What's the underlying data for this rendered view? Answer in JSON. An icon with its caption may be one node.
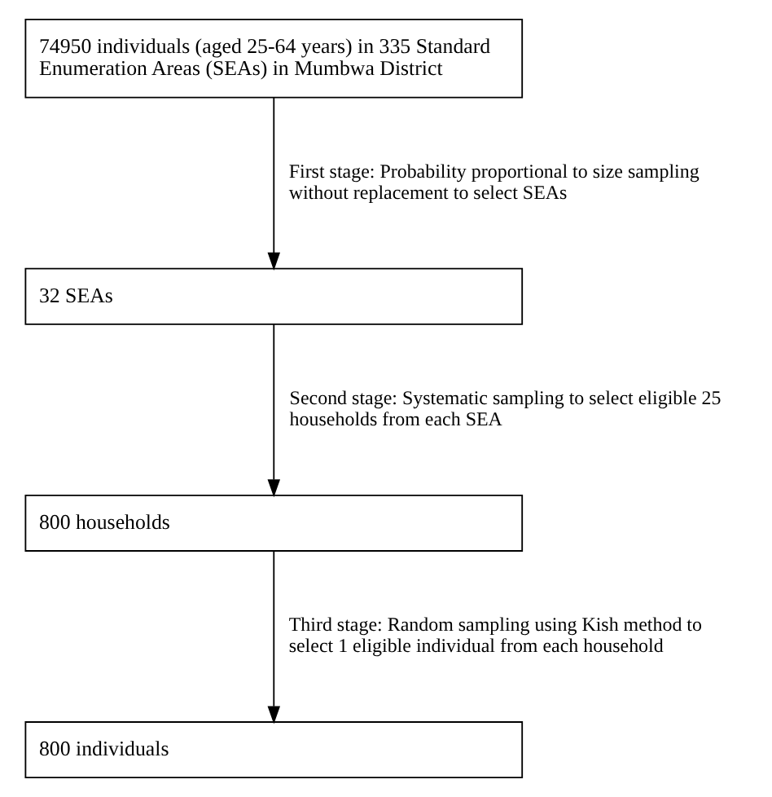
{
  "diagram": {
    "nodes": [
      {
        "text": [
          "74950 individuals (aged 25-64 years) in 335 Standard Enumeration Areas (SEAs) in Mumbwa District"
        ]
      },
      {
        "text": [
          "32 SEAs"
        ]
      },
      {
        "text": [
          "800 households"
        ]
      },
      {
        "text": [
          "800 individuals"
        ]
      }
    ],
    "edges": [
      {
        "from": 0,
        "to": 1,
        "arrow": "to",
        "label": "First stage: Probability proportional to size sampling without replacement to select SEAs"
      },
      {
        "from": 1,
        "to": 2,
        "arrow": "to",
        "label": "Second stage: Systematic sampling to select eligible 25 households from each SEA"
      },
      {
        "from": 2,
        "to": 3,
        "arrow": "to",
        "label": "Third stage: Random sampling using Kish method to select 1 eligible individual from each household"
      }
    ]
  }
}
